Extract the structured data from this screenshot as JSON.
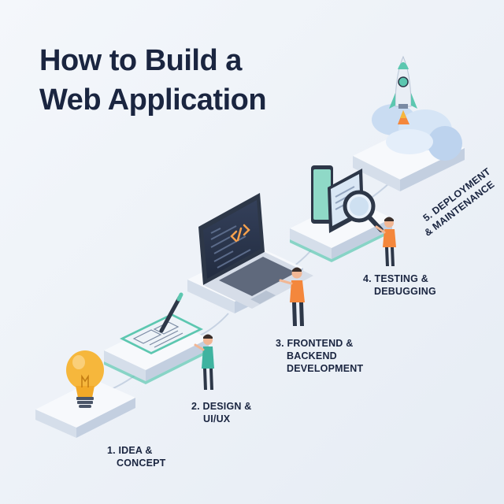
{
  "title": {
    "line1": "How to Build a",
    "line2": "Web Application"
  },
  "steps": [
    {
      "line1": "1. IDEA &",
      "line2": "CONCEPT",
      "icon": "lightbulb-icon"
    },
    {
      "line1": "2. DESIGN &",
      "line2": "UI/UX",
      "icon": "tablet-wireframe-icon"
    },
    {
      "line1": "3. FRONTEND &",
      "line2": "BACKEND",
      "line3": "DEVELOPMENT",
      "icon": "laptop-code-icon"
    },
    {
      "line1": "4. TESTING &",
      "line2": "DEBUGGING",
      "icon": "magnifier-devices-icon"
    },
    {
      "line1": "5. DEPLOYMENT",
      "line2": "& MAINTENANCE",
      "icon": "rocket-icon"
    }
  ],
  "colors": {
    "background": "#eef2f7",
    "title": "#1a2540",
    "platform_top": "#f7f9fc",
    "platform_side": "#d5deea",
    "accent_teal": "#5cc7b0",
    "laptop_screen": "#2d3748",
    "bulb": "#f6b73c",
    "shirt_orange": "#f4873c",
    "shirt_teal": "#3fb3a0",
    "cloud": "#c9dcf2",
    "code_accent": "#f6a04d"
  }
}
